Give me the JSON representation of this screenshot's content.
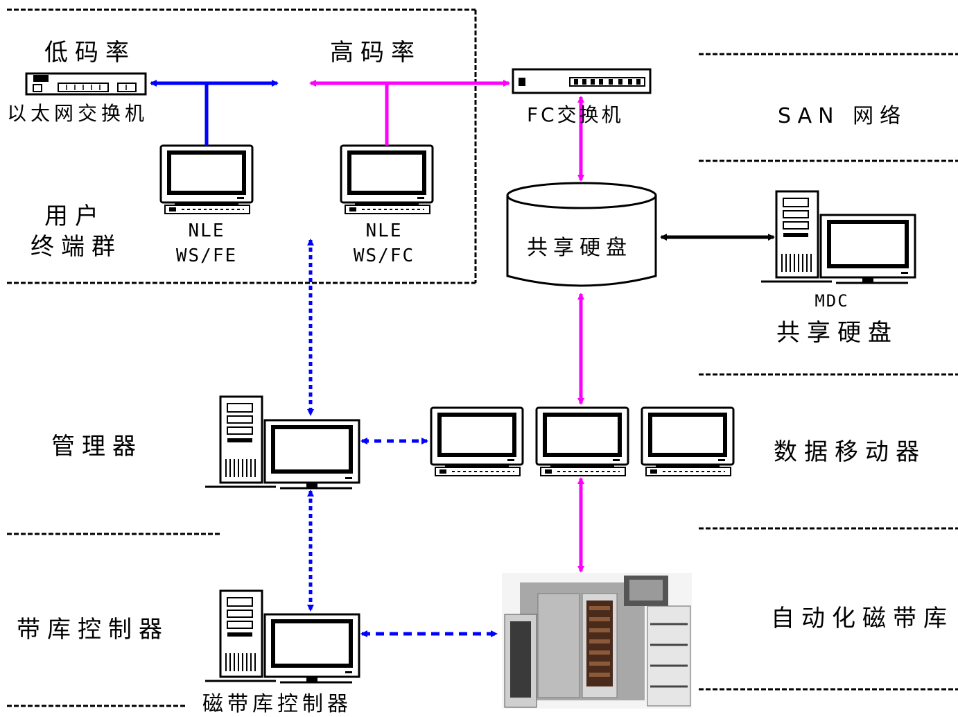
{
  "labels": {
    "low_rate": "低码率",
    "high_rate": "高码率",
    "ethernet_switch": "以太网交换机",
    "fc_switch": "FC交换机",
    "san_network": "SAN 网络",
    "user_group_line1": "用户",
    "user_group_line2": "终端群",
    "nle_fe_line1": "NLE",
    "nle_fe_line2": "WS/FE",
    "nle_fc_line1": "NLE",
    "nle_fc_line2": "WS/FC",
    "shared_disk": "共享硬盘",
    "mdc_line1": "MDC",
    "mdc_line2": "共享硬盘",
    "manager": "管理器",
    "data_mover": "数据移动器",
    "tape_controller": "带库控制器",
    "tape_controller_device": "磁带库控制器",
    "tape_library": "自动化磁带库"
  },
  "colors": {
    "ethernet_link": "#0000ff",
    "fc_link": "#ff00ff",
    "mdc_link": "#000000",
    "divider": "#000000"
  },
  "icons": [
    "ethernet-switch-icon",
    "fc-switch-icon",
    "workstation-icon",
    "tower-computer-icon",
    "disk-cylinder-icon",
    "tape-library-icon"
  ]
}
